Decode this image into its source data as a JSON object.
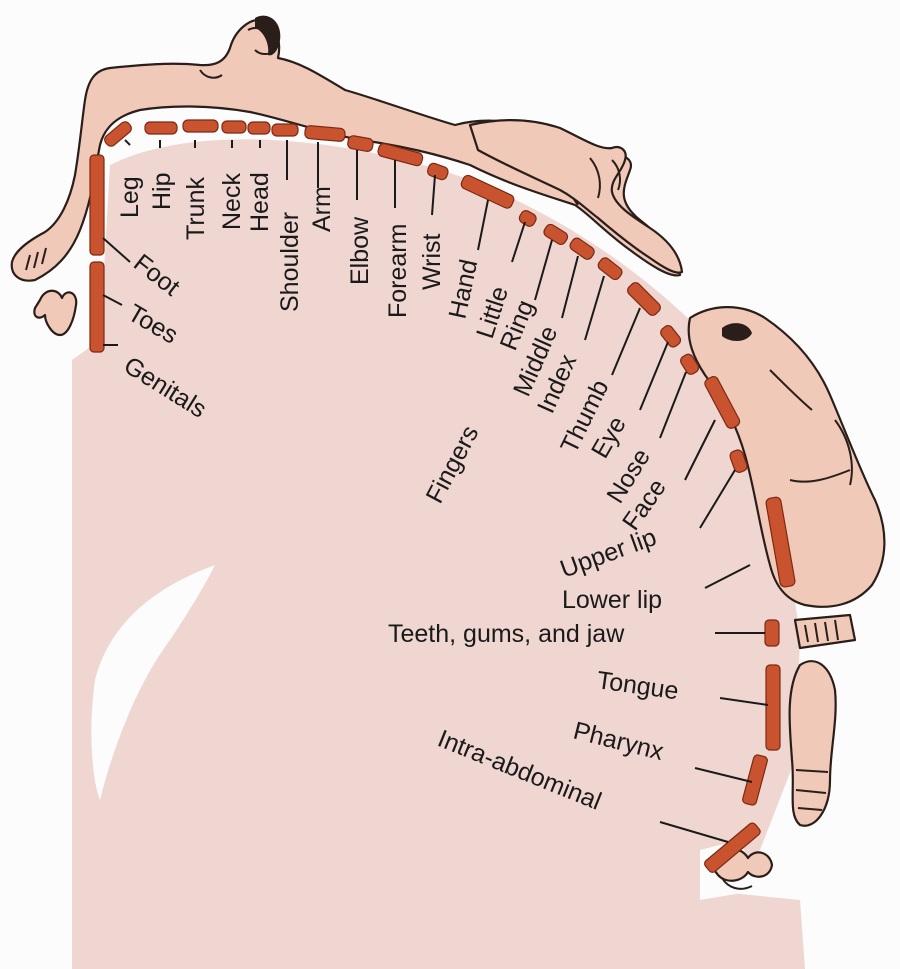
{
  "colors": {
    "background": "#fdfcfc",
    "cortex": "#efd6d0",
    "segment": "#c9532f",
    "skin": "#f0c9b8",
    "ink": "#1a1a1a"
  },
  "labels": {
    "leg": "Leg",
    "hip": "Hip",
    "trunk": "Trunk",
    "neck": "Neck",
    "head": "Head",
    "shoulder": "Shoulder",
    "arm": "Arm",
    "elbow": "Elbow",
    "forearm": "Forearm",
    "wrist": "Wrist",
    "hand": "Hand",
    "little": "Little",
    "ring": "Ring",
    "middle": "Middle",
    "index": "Index",
    "thumb": "Thumb",
    "fingers": "Fingers",
    "eye": "Eye",
    "nose": "Nose",
    "face": "Face",
    "foot": "Foot",
    "toes": "Toes",
    "genitals": "Genitals",
    "upper_lip": "Upper lip",
    "lower_lip": "Lower lip",
    "teeth": "Teeth, gums, and jaw",
    "tongue": "Tongue",
    "pharynx": "Pharynx",
    "intra_abdominal": "Intra-abdominal"
  },
  "illustrations": [
    "body-figure",
    "hand-figure",
    "face-figure",
    "teeth-figure",
    "tongue-figure",
    "foot-figure",
    "genitals-figure",
    "abdomen-figure"
  ]
}
